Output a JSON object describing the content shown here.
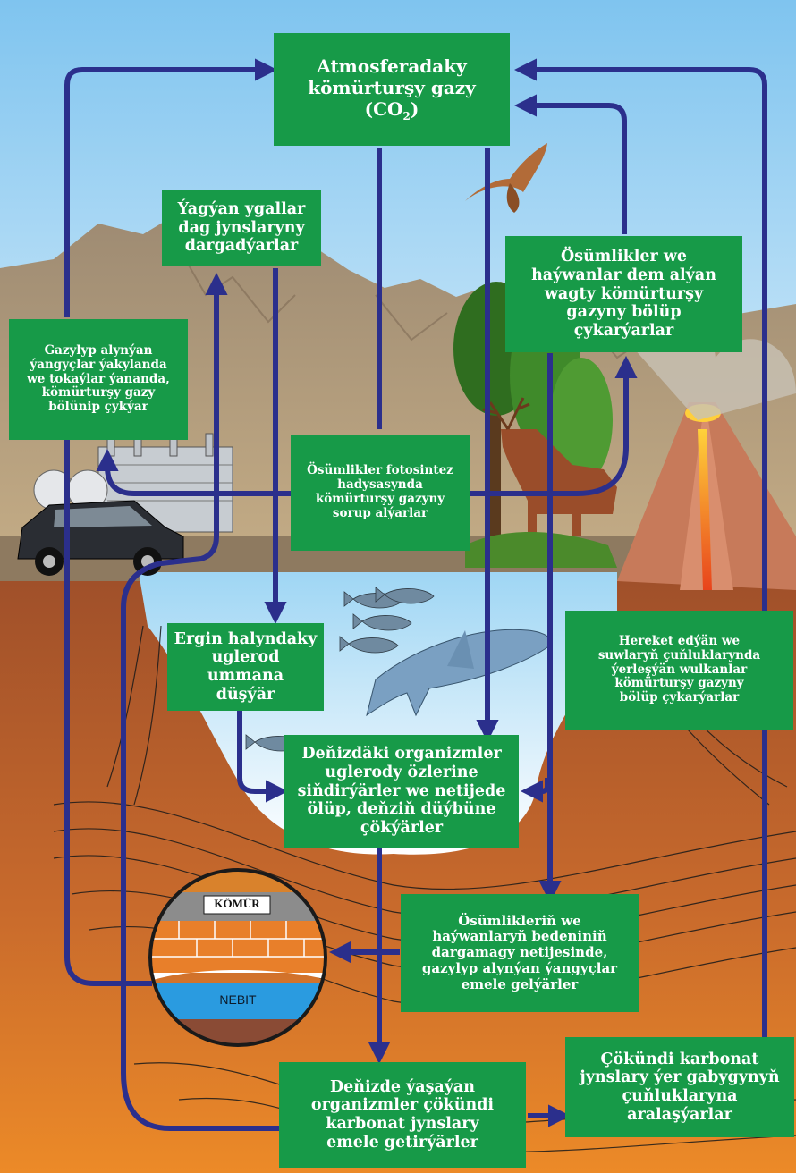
{
  "colors": {
    "box": "#179a48",
    "arrow": "#2b2f8c",
    "text": "#ffffff"
  },
  "boxes": {
    "atmosphere": {
      "line1": "Atmosferadaky",
      "line2": "kömürturşy gazy",
      "line3_pre": "(CO",
      "line3_sub": "2",
      "line3_post": ")"
    },
    "weathering": {
      "lines": [
        "Ýagýan ygallar",
        "dag jynslaryny",
        "dargadýarlar"
      ]
    },
    "respiration": {
      "lines": [
        "Ösümlikler we",
        "haýwanlar dem alýan",
        "wagty kömürturşy",
        "gazyny bölüp",
        "çykarýarlar"
      ]
    },
    "combustion": {
      "lines": [
        "Gazylyp alynýan",
        "ýangyçlar ýakylanda",
        "we tokaýlar ýananda,",
        "kömürturşy gazy",
        "bölünip çykýar"
      ]
    },
    "photosynthesis": {
      "lines": [
        "Ösümlikler fotosintez",
        "hadysasynda",
        "kömürturşy gazyny",
        "sorup alýarlar"
      ]
    },
    "dissolved": {
      "lines": [
        "Ergin halyndaky",
        "uglerod ummana",
        "düşýär"
      ]
    },
    "volcanoes": {
      "lines": [
        "Hereket edýän we",
        "suwlaryň çuňluklarynda",
        "ýerleşýän wulkanlar",
        "kömürturşy gazyny",
        "bölüp çykarýarlar"
      ]
    },
    "sea_organisms": {
      "lines": [
        "Deňizdäki organizmler",
        "uglerody özlerine",
        "siňdirýärler we netijede",
        "ölüp, deňziň düýbüne",
        "çökýärler"
      ]
    },
    "fossil_fuels": {
      "lines": [
        "Ösümlikleriň we",
        "haýwanlaryň bedeniniň",
        "dargamagy netijesinde,",
        "gazylyp alynýan ýangyçlar",
        "emele gelýärler"
      ]
    },
    "carbonate_form": {
      "lines": [
        "Deňizde ýaşaýan",
        "organizmler çökündi",
        "karbonat jynslary",
        "emele getirýärler"
      ]
    },
    "carbonate_sink": {
      "lines": [
        "Çökündi karbonat",
        "jynslary ýer gabygynyň",
        "çuňluklaryna",
        "aralaşýarlar"
      ]
    }
  },
  "deposit_labels": {
    "coal": "KÖMÜR",
    "oil": "NEBIT"
  },
  "icons": [
    "bird-icon",
    "deer-icon",
    "car-icon",
    "factory-icon",
    "tree-icon",
    "volcano-icon",
    "fish-icon",
    "shark-icon"
  ]
}
